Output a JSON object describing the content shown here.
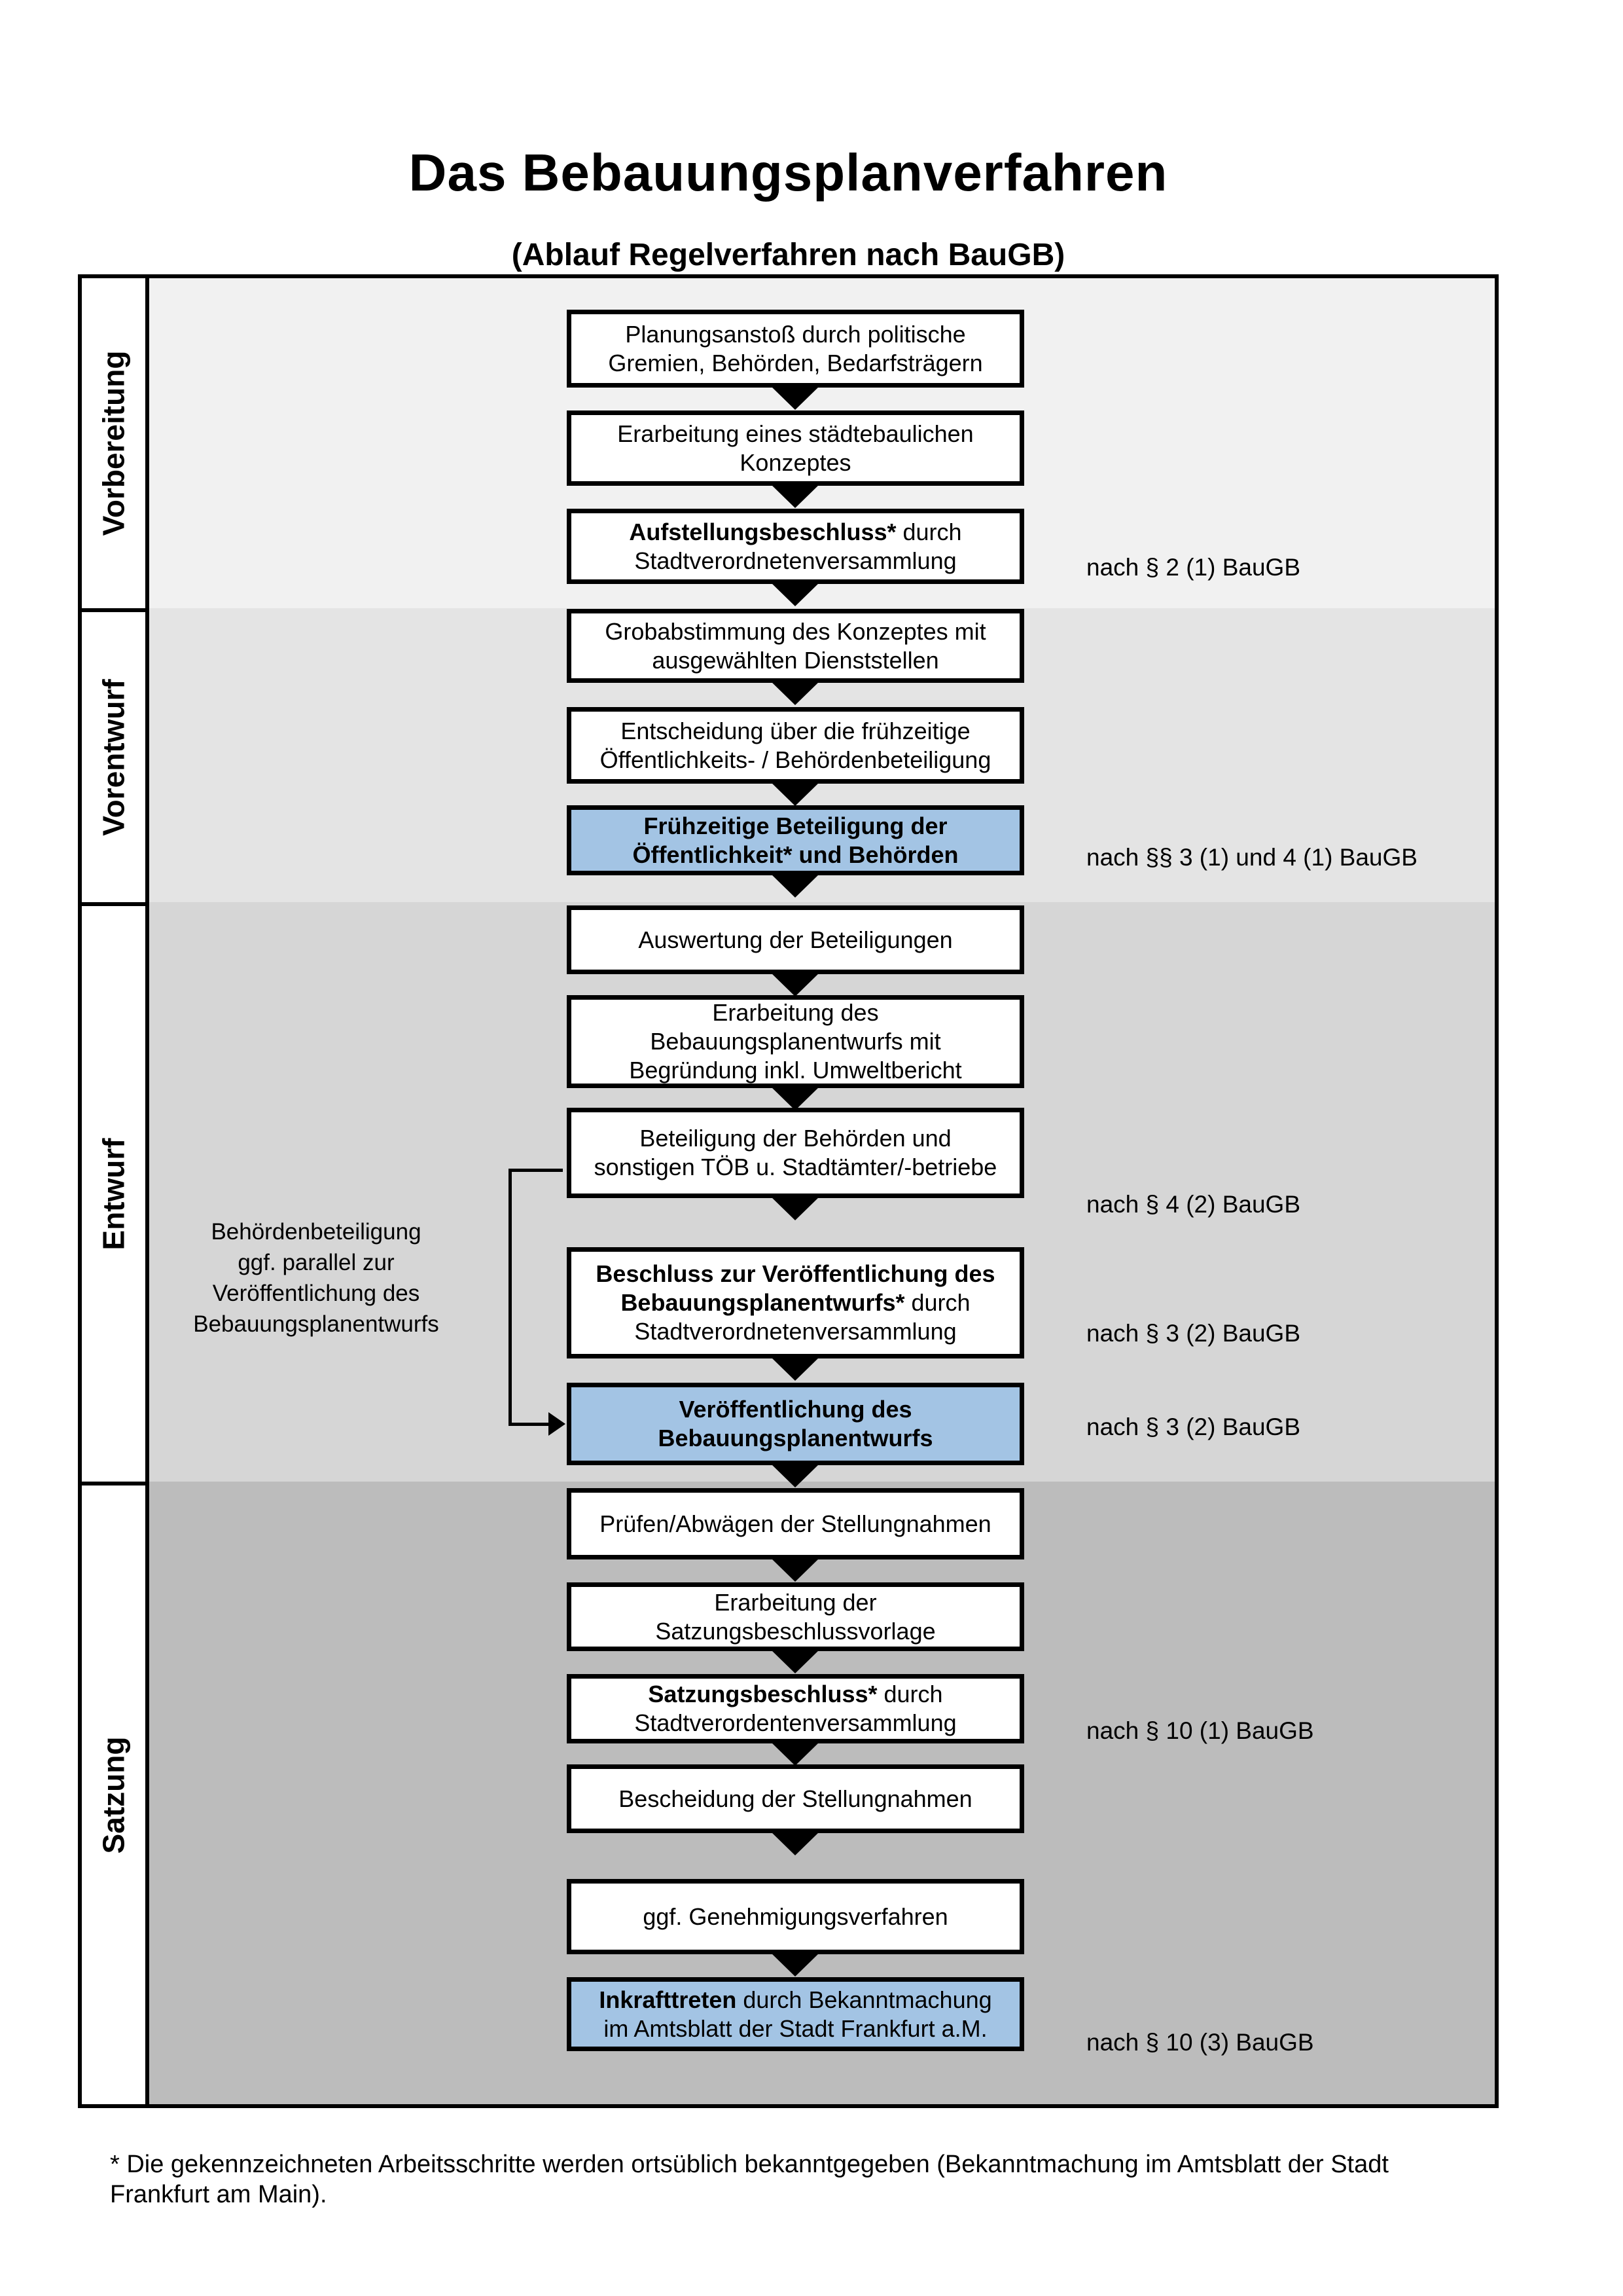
{
  "title": "Das Bebauungsplanverfahren",
  "subtitle": "(Ablauf Regelverfahren nach BauGB)",
  "colors": {
    "border": "#000000",
    "band1": "#f1f1f1",
    "band2": "#e4e4e4",
    "band3": "#d6d6d6",
    "band4": "#bcbcbc",
    "highlight": "#a3c4e4"
  },
  "phases": [
    {
      "label": "Vorbereitung"
    },
    {
      "label": "Vorentwurf"
    },
    {
      "label": "Entwurf"
    },
    {
      "label": "Satzung"
    }
  ],
  "flow": {
    "boxes": [
      {
        "highlighted": false,
        "segments": [
          {
            "b": false,
            "t": "Planungsanstoß durch politische\nGremien, Behörden, Bedarfsträgern"
          }
        ]
      },
      {
        "highlighted": false,
        "segments": [
          {
            "b": false,
            "t": "Erarbeitung eines städtebaulichen\nKonzeptes"
          }
        ]
      },
      {
        "highlighted": false,
        "segments": [
          {
            "b": true,
            "t": "Aufstellungsbeschluss*"
          },
          {
            "b": false,
            "t": " durch\nStadtverordnetenversammlung"
          }
        ]
      },
      {
        "highlighted": false,
        "segments": [
          {
            "b": false,
            "t": "Grobabstimmung des Konzeptes mit\nausgewählten Dienststellen"
          }
        ]
      },
      {
        "highlighted": false,
        "segments": [
          {
            "b": false,
            "t": "Entscheidung über die frühzeitige\nÖffentlichkeits- / Behördenbeteiligung"
          }
        ]
      },
      {
        "highlighted": true,
        "segments": [
          {
            "b": true,
            "t": "Frühzeitige Beteiligung der\nÖffentlichkeit* und Behörden"
          }
        ]
      },
      {
        "highlighted": false,
        "segments": [
          {
            "b": false,
            "t": "Auswertung der Beteiligungen"
          }
        ]
      },
      {
        "highlighted": false,
        "segments": [
          {
            "b": false,
            "t": "Erarbeitung des\nBebauungsplanentwurfs mit\nBegründung inkl. Umweltbericht"
          }
        ]
      },
      {
        "highlighted": false,
        "segments": [
          {
            "b": false,
            "t": "Beteiligung der Behörden und\nsonstigen TÖB u. Stadtämter/-betriebe"
          }
        ]
      },
      {
        "highlighted": false,
        "segments": [
          {
            "b": true,
            "t": "Beschluss zur Veröffentlichung des\nBebauungsplanentwurfs*"
          },
          {
            "b": false,
            "t": " durch\nStadtverordnetenversammlung"
          }
        ]
      },
      {
        "highlighted": true,
        "segments": [
          {
            "b": true,
            "t": "Veröffentlichung des\nBebauungsplanentwurfs"
          }
        ]
      },
      {
        "highlighted": false,
        "segments": [
          {
            "b": false,
            "t": "Prüfen/Abwägen der Stellungnahmen"
          }
        ]
      },
      {
        "highlighted": false,
        "segments": [
          {
            "b": false,
            "t": "Erarbeitung der\nSatzungsbeschlussvorlage"
          }
        ]
      },
      {
        "highlighted": false,
        "segments": [
          {
            "b": true,
            "t": "Satzungsbeschluss*"
          },
          {
            "b": false,
            "t": " durch\nStadtverordentenversammlung"
          }
        ]
      },
      {
        "highlighted": false,
        "segments": [
          {
            "b": false,
            "t": "Bescheidung der Stellungnahmen"
          }
        ]
      },
      {
        "highlighted": false,
        "segments": [
          {
            "b": false,
            "t": "ggf. Genehmigungsverfahren"
          }
        ]
      },
      {
        "highlighted": true,
        "segments": [
          {
            "b": true,
            "t": "Inkrafttreten"
          },
          {
            "b": false,
            "t": " durch Bekanntmachung\nim Amtsblatt der Stadt Frankfurt a.M."
          }
        ]
      }
    ]
  },
  "annotation": {
    "segments": [
      {
        "b": false,
        "t": "Behördenbeteiligung\nggf. parallel zur\nVeröffentlichung des\nBebauungsplanentwurfs"
      }
    ]
  },
  "references": [
    {
      "text": "nach § 2 (1) BauGB"
    },
    {
      "text": "nach §§ 3 (1) und 4 (1) BauGB"
    },
    {
      "text": "nach § 4 (2) BauGB"
    },
    {
      "text": "nach § 3 (2) BauGB"
    },
    {
      "text": "nach § 3 (2) BauGB"
    },
    {
      "text": "nach § 10 (1) BauGB"
    },
    {
      "text": "nach § 10 (3) BauGB"
    }
  ],
  "footnote": {
    "segments": [
      {
        "b": false,
        "t": "* Die gekennzeichneten Arbeitsschritte werden ortsüblich bekanntgegeben (Bekanntmachung im Amtsblatt der Stadt\nFrankfurt am Main)."
      }
    ]
  }
}
